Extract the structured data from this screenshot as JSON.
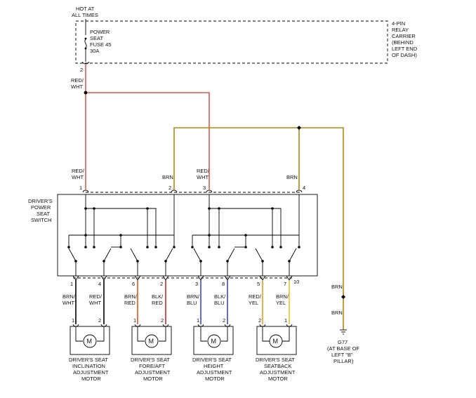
{
  "power": {
    "hot_label_1": "HOT AT",
    "hot_label_2": "ALL TIMES",
    "fuse_1": "POWER",
    "fuse_2": "SEAT",
    "fuse_3": "FUSE 45",
    "fuse_4": "30A",
    "fuse_pin": "2",
    "relay_1": "4-PIN",
    "relay_2": "RELAY",
    "relay_3": "CARRIER",
    "relay_4": "(BEHIND",
    "relay_5": "LEFT END",
    "relay_6": "OF DASH)",
    "feed_wire_1": "RED/",
    "feed_wire_2": "WHT"
  },
  "switch": {
    "label_1": "DRIVER'S",
    "label_2": "POWER",
    "label_3": "SEAT",
    "label_4": "SWITCH",
    "top_pins": [
      {
        "pin": "1",
        "wire_1": "RED/",
        "wire_2": "WHT"
      },
      {
        "pin": "2",
        "wire_1": "",
        "wire_2": "BRN"
      },
      {
        "pin": "3",
        "wire_1": "RED/",
        "wire_2": "WHT"
      },
      {
        "pin": "4",
        "wire_1": "",
        "wire_2": "BRN"
      }
    ],
    "bottom_pins": [
      {
        "pin": "1",
        "wire_1": "BRN/",
        "wire_2": "WHT"
      },
      {
        "pin": "4",
        "wire_1": "RED/",
        "wire_2": "WHT"
      },
      {
        "pin": "6",
        "wire_1": "BRN/",
        "wire_2": "RED"
      },
      {
        "pin": "2",
        "wire_1": "BLK/",
        "wire_2": "RED"
      },
      {
        "pin": "3",
        "wire_1": "BRN/",
        "wire_2": "BLU"
      },
      {
        "pin": "8",
        "wire_1": "BLK/",
        "wire_2": "BLU"
      },
      {
        "pin": "5",
        "wire_1": "RED/",
        "wire_2": "YEL"
      },
      {
        "pin": "7",
        "wire_1": "BRN/",
        "wire_2": "YEL"
      },
      {
        "pin": "10",
        "wire_1": "",
        "wire_2": ""
      }
    ]
  },
  "motors": [
    {
      "pin_a": "1",
      "pin_b": "2",
      "l1": "DRIVER'S SEAT",
      "l2": "INCLINATION",
      "l3": "ADJUSTMENT",
      "l4": "MOTOR"
    },
    {
      "pin_a": "1",
      "pin_b": "2",
      "l1": "DRIVER'S SEAT",
      "l2": "FORE/AFT",
      "l3": "ADJUSTMENT",
      "l4": "MOTOR"
    },
    {
      "pin_a": "1",
      "pin_b": "2",
      "l1": "DRIVER'S SEAT",
      "l2": "HEIGHT",
      "l3": "ADJUSTMENT",
      "l4": "MOTOR"
    },
    {
      "pin_a": "2",
      "pin_b": "1",
      "l1": "DRIVER'S SEAT",
      "l2": "SEATBACK",
      "l3": "ADJUSTMENT",
      "l4": "MOTOR"
    }
  ],
  "motor_symbol": "M",
  "ground": {
    "wire_1": "BRN",
    "wire_2": "BRN",
    "id": "G77",
    "loc_1": "(AT BASE OF",
    "loc_2": "LEFT \"B\"",
    "loc_3": "PILLAR)"
  },
  "colors": {
    "red_wht": "#e8564f",
    "brn": "#b8860b",
    "brn_red": "#e2561b",
    "blk_red": "#cc2a2a",
    "brn_blu": "#3a44d8",
    "blk_blu": "#3a44d8",
    "red_yel": "#f29a1c",
    "brn_yel": "#f2c21c"
  }
}
